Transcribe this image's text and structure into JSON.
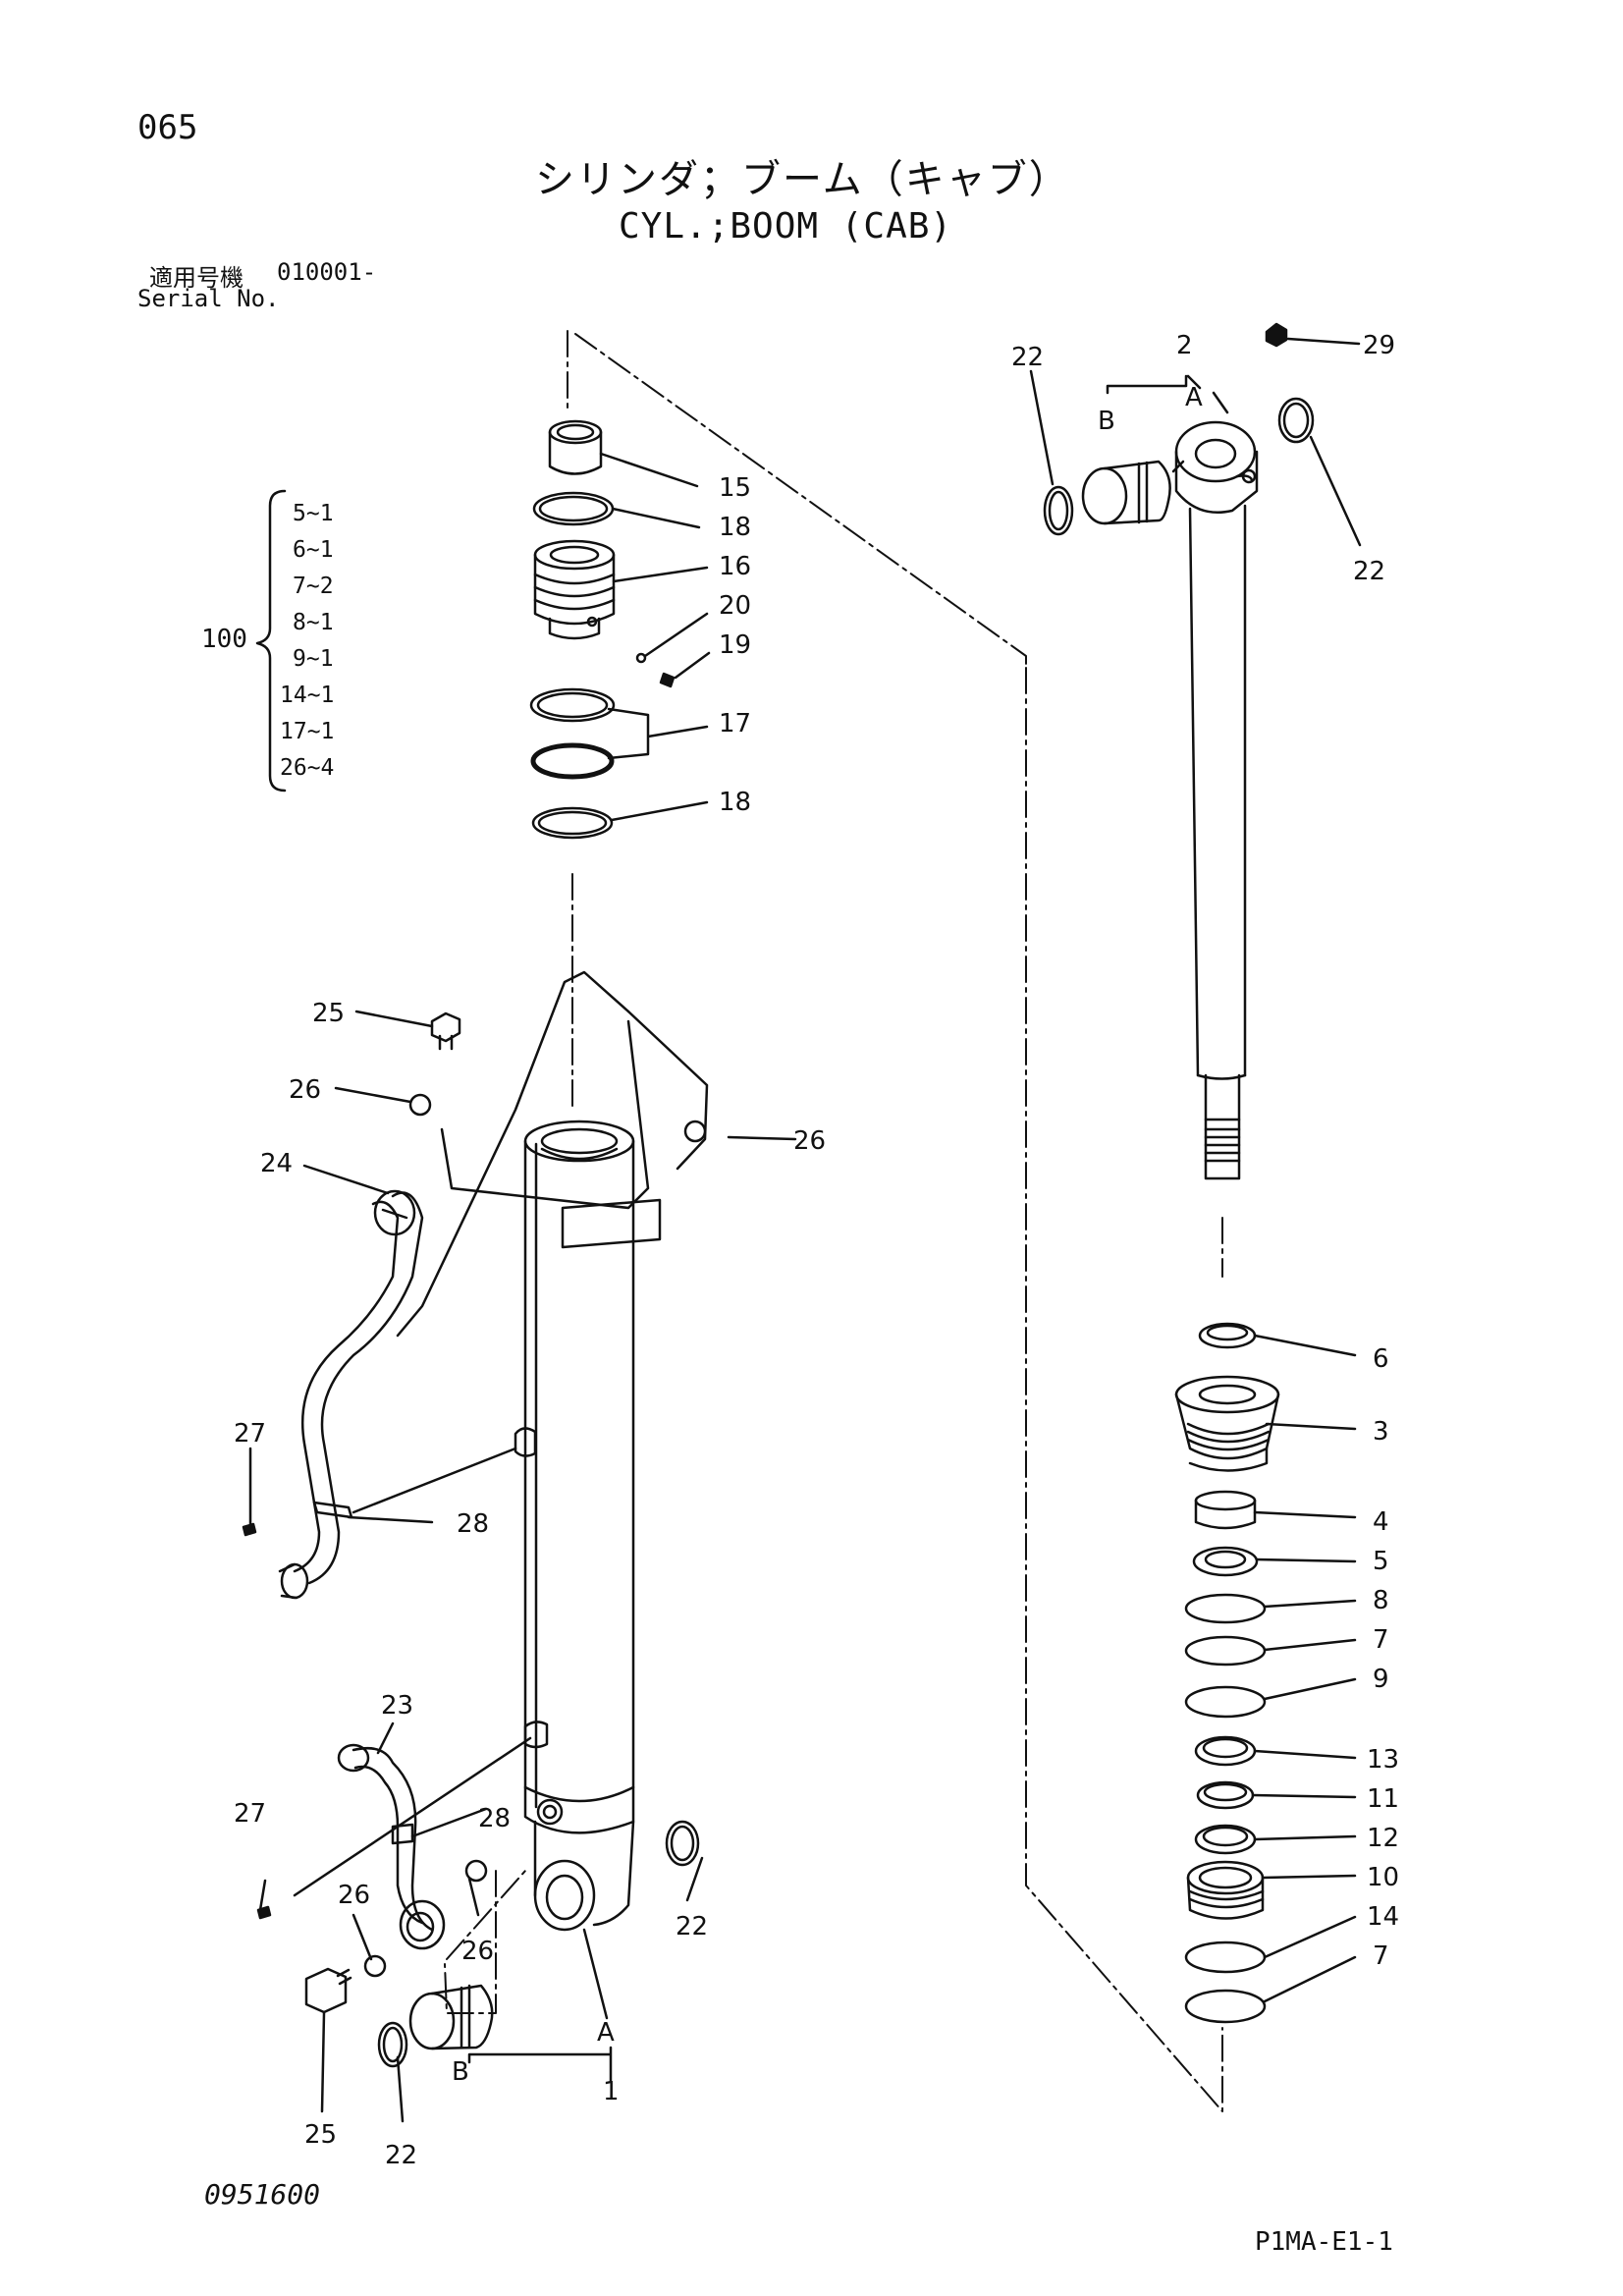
{
  "page_number": "065",
  "title_jp": "シリンダ；ブーム（キャブ）",
  "title_en": "CYL.;BOOM (CAB)",
  "serial": {
    "label_jp": "適用号機",
    "value": "010001-",
    "label_en": "Serial No."
  },
  "kit": {
    "parent": "100",
    "items": [
      "5~1",
      "6~1",
      "7~2",
      "8~1",
      "9~1",
      "14~1",
      "17~1",
      "26~4"
    ]
  },
  "callouts": {
    "p15": "15",
    "p18a": "18",
    "p16": "16",
    "p20": "20",
    "p19": "19",
    "p17": "17",
    "p18b": "18",
    "p22a": "22",
    "p2": "2",
    "p29": "29",
    "pA_top": "A",
    "pB_top": "B",
    "p22b": "22",
    "p25a": "25",
    "p26a": "26",
    "p24": "24",
    "p26b": "26",
    "p27a": "27",
    "p28a": "28",
    "p23": "23",
    "p27b": "27",
    "p28b": "28",
    "p26c": "26",
    "p26d": "26",
    "p22c": "22",
    "p25b": "25",
    "p22d": "22",
    "pA_bot": "A",
    "pB_bot": "B",
    "p1": "1",
    "p6": "6",
    "p3": "3",
    "p4": "4",
    "p5": "5",
    "p8": "8",
    "p7a": "7",
    "p9": "9",
    "p13": "13",
    "p11": "11",
    "p12": "12",
    "p10": "10",
    "p14": "14",
    "p7b": "7"
  },
  "footer": {
    "doc_code": "0951600",
    "page_code": "P1MA-E1-1"
  }
}
